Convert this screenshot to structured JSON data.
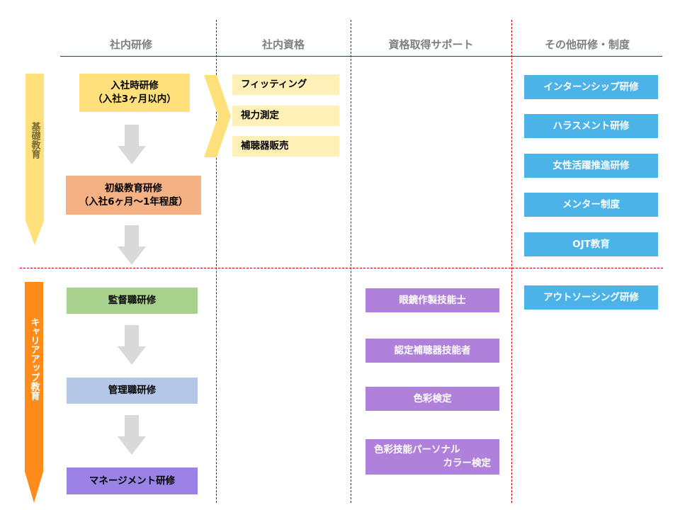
{
  "columns": [
    "社内研修",
    "社内資格",
    "資格取得サポート",
    "その他研修・制度"
  ],
  "sections": {
    "basic": "基礎教育",
    "career": "キャリアアップ教育"
  },
  "internal_training": {
    "entry": [
      "入社時研修",
      "（入社3ヶ月以内）"
    ],
    "beginner": [
      "初級教育研修",
      "（入社6ヶ月～1年程度）"
    ],
    "supervisor": "監督職研修",
    "manager": "管理職研修",
    "management": "マネージメント研修"
  },
  "internal_qualifications": [
    "フィッティング",
    "視力測定",
    "補聴器販売"
  ],
  "certification_support": [
    "眼鏡作製技能士",
    "認定補聴器技能者",
    "色彩検定",
    [
      "色彩技能パーソナル",
      "カラー検定"
    ]
  ],
  "other_programs": [
    "インターンシップ研修",
    "ハラスメント研修",
    "女性活躍推進研修",
    "メンター制度",
    "OJT教育",
    "アウトソーシング研修"
  ],
  "colors": {
    "grid_line": "#c00000",
    "header_text": "#7f7f7f",
    "basic_arrow": "#ffe07a",
    "career_arrow": "#ff8c1a",
    "flow_arrow": "#d9d9d9",
    "support_box": "#b081db",
    "other_box": "#4cb3e8"
  }
}
